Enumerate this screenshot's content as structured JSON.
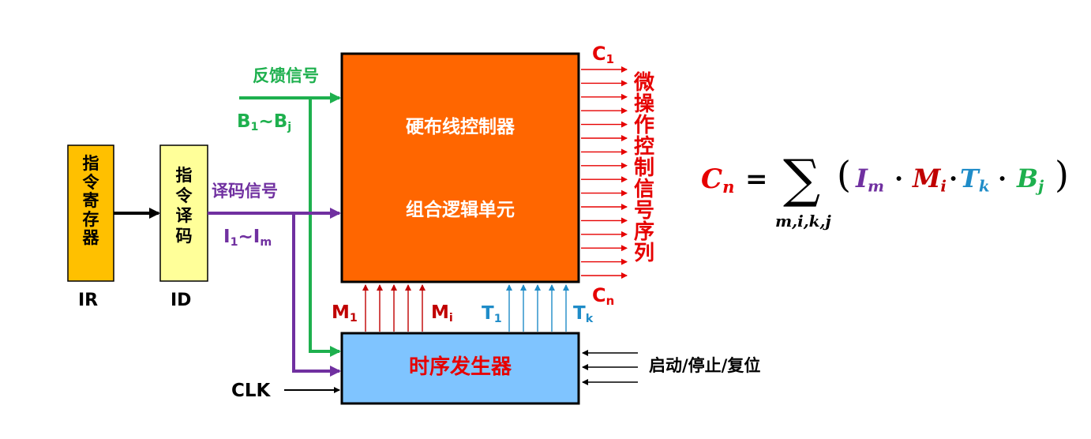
{
  "colors": {
    "controller_fill": "#FF6600",
    "ir_fill": "#FFC000",
    "id_fill": "#FFFF99",
    "timing_fill": "#7FC4FF",
    "red": "#E60000",
    "dark_red": "#C00000",
    "green": "#1EB04E",
    "purple": "#7030A0",
    "blue": "#1F8CC8",
    "black": "#000000",
    "white": "#ffffff"
  },
  "blocks": {
    "ir": {
      "chars": [
        "指",
        "令",
        "寄",
        "存",
        "器"
      ],
      "caption": "IR"
    },
    "id": {
      "chars": [
        "指",
        "令",
        "译",
        "码"
      ],
      "caption": "ID"
    },
    "controller": {
      "line1": "硬布线控制器",
      "line2": "组合逻辑单元"
    },
    "timing": {
      "label": "时序发生器"
    }
  },
  "signals": {
    "feedback_label": "反馈信号",
    "feedback_range": {
      "base1": "B",
      "sub1": "1",
      "tilde": "~",
      "base2": "B",
      "sub2": "j"
    },
    "decode_label": "译码信号",
    "decode_range": {
      "base1": "I",
      "sub1": "1",
      "tilde": "~",
      "base2": "I",
      "sub2": "m"
    },
    "c_first": {
      "base": "C",
      "sub": "1"
    },
    "c_last": {
      "base": "C",
      "sub": "n"
    },
    "output_chars": [
      "微",
      "操",
      "作",
      "控",
      "制",
      "信",
      "号",
      "序",
      "列"
    ],
    "m_first": {
      "base": "M",
      "sub": "1"
    },
    "m_last": {
      "base": "M",
      "sub": "i"
    },
    "t_first": {
      "base": "T",
      "sub": "1"
    },
    "t_last": {
      "base": "T",
      "sub": "k"
    },
    "clk_label": "CLK",
    "control_label": "启动/停止/复位"
  },
  "formula": {
    "lhs": {
      "base": "C",
      "sub": "n"
    },
    "equals": "=",
    "sigma": "∑",
    "sum_index": "m,i,k,j",
    "open_paren": "(",
    "close_paren": ")",
    "dot": "·",
    "terms": [
      {
        "base": "I",
        "sub": "m"
      },
      {
        "base": "M",
        "sub": "i"
      },
      {
        "base": "T",
        "sub": "k"
      },
      {
        "base": "B",
        "sub": "j"
      }
    ]
  }
}
